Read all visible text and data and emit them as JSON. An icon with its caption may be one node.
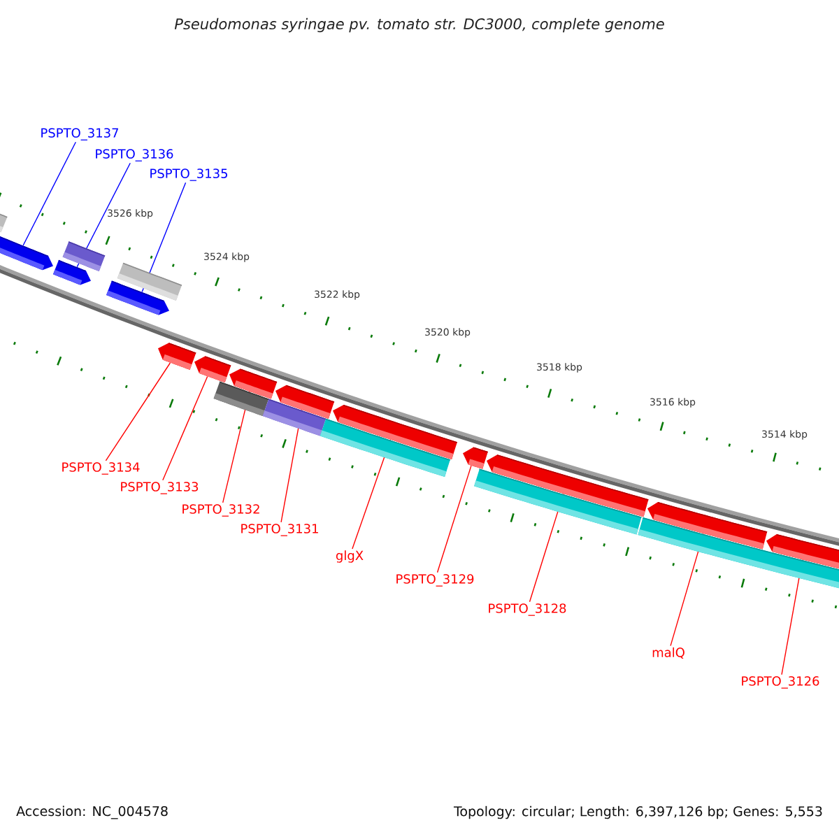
{
  "diagram": {
    "title": "Pseudomonas syringae pv. tomato str. DC3000, complete genome",
    "nodes": [
      {
        "text": [
          "PSPTO_3137"
        ]
      },
      {
        "text": [
          "PSPTO_3136"
        ]
      },
      {
        "text": [
          "PSPTO_3135"
        ]
      },
      {
        "text": [
          "PSPTO_3134"
        ]
      },
      {
        "text": [
          "PSPTO_3133"
        ]
      },
      {
        "text": [
          "PSPTO_3132"
        ]
      },
      {
        "text": [
          "PSPTO_3131"
        ]
      },
      {
        "text": [
          "glgX"
        ]
      },
      {
        "text": [
          "PSPTO_3129"
        ]
      },
      {
        "text": [
          "PSPTO_3128"
        ]
      },
      {
        "text": [
          "malQ"
        ]
      },
      {
        "text": [
          "PSPTO_3126"
        ]
      },
      {
        "text": [],
        "shape": "arrow"
      },
      {
        "text": [],
        "shape": "arrow"
      },
      {
        "text": [],
        "shape": "arrow"
      },
      {
        "text": [],
        "shape": "arrow"
      },
      {
        "text": [],
        "shape": "arrow"
      },
      {
        "text": [],
        "shape": "arrow"
      },
      {
        "text": [],
        "shape": "arrow"
      },
      {
        "text": [],
        "shape": "arrow"
      },
      {
        "text": [],
        "shape": "arrow"
      },
      {
        "text": [],
        "shape": "arrow"
      },
      {
        "text": [],
        "shape": "arrow"
      },
      {
        "text": [],
        "shape": "arrow"
      }
    ],
    "edges": [
      {
        "from": 0,
        "to": 12,
        "arrow": "none",
        "color": "#0000ff"
      },
      {
        "from": 1,
        "to": 13,
        "arrow": "none",
        "color": "#0000ff"
      },
      {
        "from": 2,
        "to": 14,
        "arrow": "none",
        "color": "#0000ff"
      },
      {
        "from": 3,
        "to": 15,
        "arrow": "none"
      },
      {
        "from": 4,
        "to": 16,
        "arrow": "none"
      },
      {
        "from": 5,
        "to": 17,
        "arrow": "none"
      },
      {
        "from": 6,
        "to": 18,
        "arrow": "none"
      },
      {
        "from": 7,
        "to": 19,
        "arrow": "none"
      },
      {
        "from": 8,
        "to": 20,
        "arrow": "none"
      },
      {
        "from": 9,
        "to": 21,
        "arrow": "none"
      },
      {
        "from": 10,
        "to": 22,
        "arrow": "none"
      },
      {
        "from": 11,
        "to": 23,
        "arrow": "none"
      }
    ],
    "labels": [
      "3526 kbp",
      "3524 kbp",
      "3522 kbp",
      "3520 kbp",
      "3518 kbp",
      "3516 kbp",
      "3514 kbp",
      "Accession: NC_004578",
      "Topology: circular; Length: 6,397,126 bp; Genes: 5,553"
    ]
  }
}
